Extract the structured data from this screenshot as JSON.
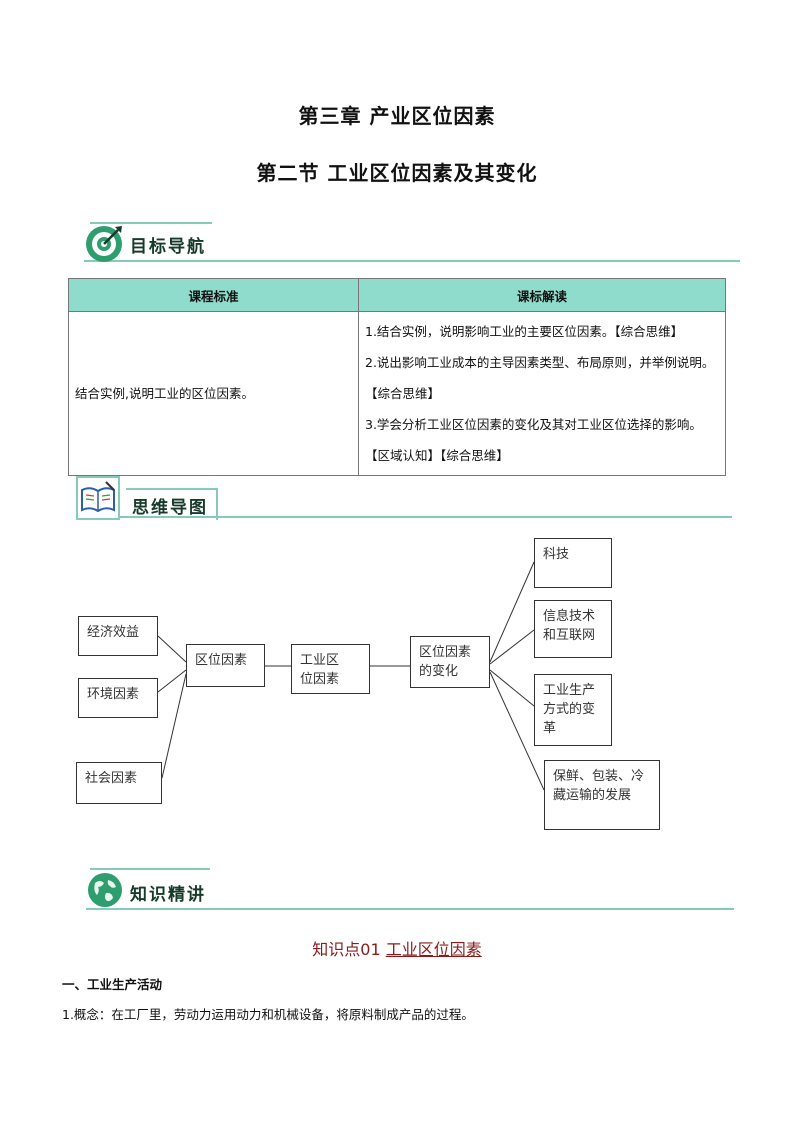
{
  "chapter_title": "第三章  产业区位因素",
  "section_title": "第二节  工业区位因素及其变化",
  "sections": {
    "goal": "目标导航",
    "mindmap": "思维导图",
    "knowledge": "知识精讲"
  },
  "table": {
    "headers": [
      "课程标准",
      "课标解读"
    ],
    "standard": "结合实例,说明工业的区位因素。",
    "interpretation": [
      "1.结合实例，说明影响工业的主要区位因素。【综合思维】",
      "2.说出影响工业成本的主导因素类型、布局原则，并举例说明。【综合思维】",
      "3.学会分析工业区位因素的变化及其对工业区位选择的影响。【区域认知】【综合思维】"
    ]
  },
  "mindmap": {
    "left": [
      "经济效益",
      "环境因素",
      "社会因素"
    ],
    "n1": "区位因素",
    "n2": "工业区位因素",
    "n3": "区位因素的变化",
    "right": [
      "科技",
      "信息技术和互联网",
      "工业生产方式的变革",
      "保鲜、包装、冷藏运输的发展"
    ]
  },
  "knowledge": {
    "point_prefix": "知识点01  ",
    "point_title": "工业区位因素",
    "heading1": "一、工业生产活动",
    "para1": "1.概念：在工厂里，劳动力运用动力和机械设备，将原料制成产品的过程。"
  },
  "colors": {
    "accent": "#86cbb8",
    "table_header": "#8fdccc",
    "icon_green": "#2e9e6e",
    "kp_title": "#8b1a1a"
  }
}
